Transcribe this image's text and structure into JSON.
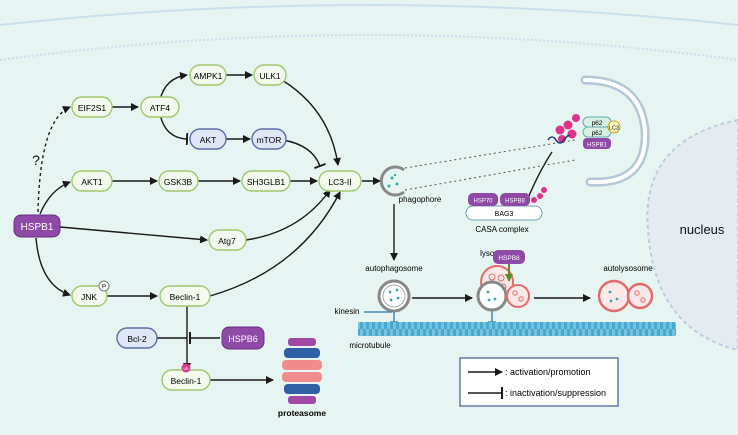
{
  "nodes": {
    "hspb1": "HSPB1",
    "question": "?",
    "eif2s1": "EIF2S1",
    "atf4": "ATF4",
    "ampk1": "AMPK1",
    "ulk1": "ULK1",
    "akt_mid": "AKT",
    "mtor": "mTOR",
    "akt1": "AKT1",
    "gsk3b": "GSK3B",
    "sh3glb1": "SH3GLB1",
    "lc3ii": "LC3-II",
    "atg7": "Atg7",
    "jnk": "JNK",
    "jnk_p": "P",
    "beclin1_top": "Beclin-1",
    "bcl2": "Bcl-2",
    "hspb6": "HSPB6",
    "beclin1_bottom": "Beclin-1",
    "ub_badge": "ub",
    "proteasome": "proteasome"
  },
  "autophagy": {
    "phagophore": "phagophore",
    "autophagosome": "autophagosome",
    "lysosome": "lysosome",
    "autolysosome": "autolysosome",
    "kinesin": "kinesin",
    "microtubule": "microtubule",
    "hspb8_top": "HSPB8",
    "nucleus": "nucleus"
  },
  "casa": {
    "hsp70": "HSP70",
    "hspb8": "HSPB8",
    "bag3": "BAG3",
    "label": "CASA complex",
    "p62_a": "p62",
    "p62_b": "p62",
    "lc3": "LC3",
    "hspb1": "HSPB1"
  },
  "legend": {
    "activation": ": activation/promotion",
    "inactivation": ": inactivation/suppression"
  },
  "colors": {
    "background": "#e6f4f2",
    "membrane": "#c3dde9",
    "green_node_fill": "#f3f9ec",
    "green_node_stroke": "#9fc86f",
    "blue_node_fill": "#dfe6f5",
    "blue_node_stroke": "#5b6ea6",
    "purple": "#8e4aa6",
    "arrow": "#1a1a1a",
    "microtubule": "#5db6d6",
    "lysosome": "#e26b6b"
  }
}
